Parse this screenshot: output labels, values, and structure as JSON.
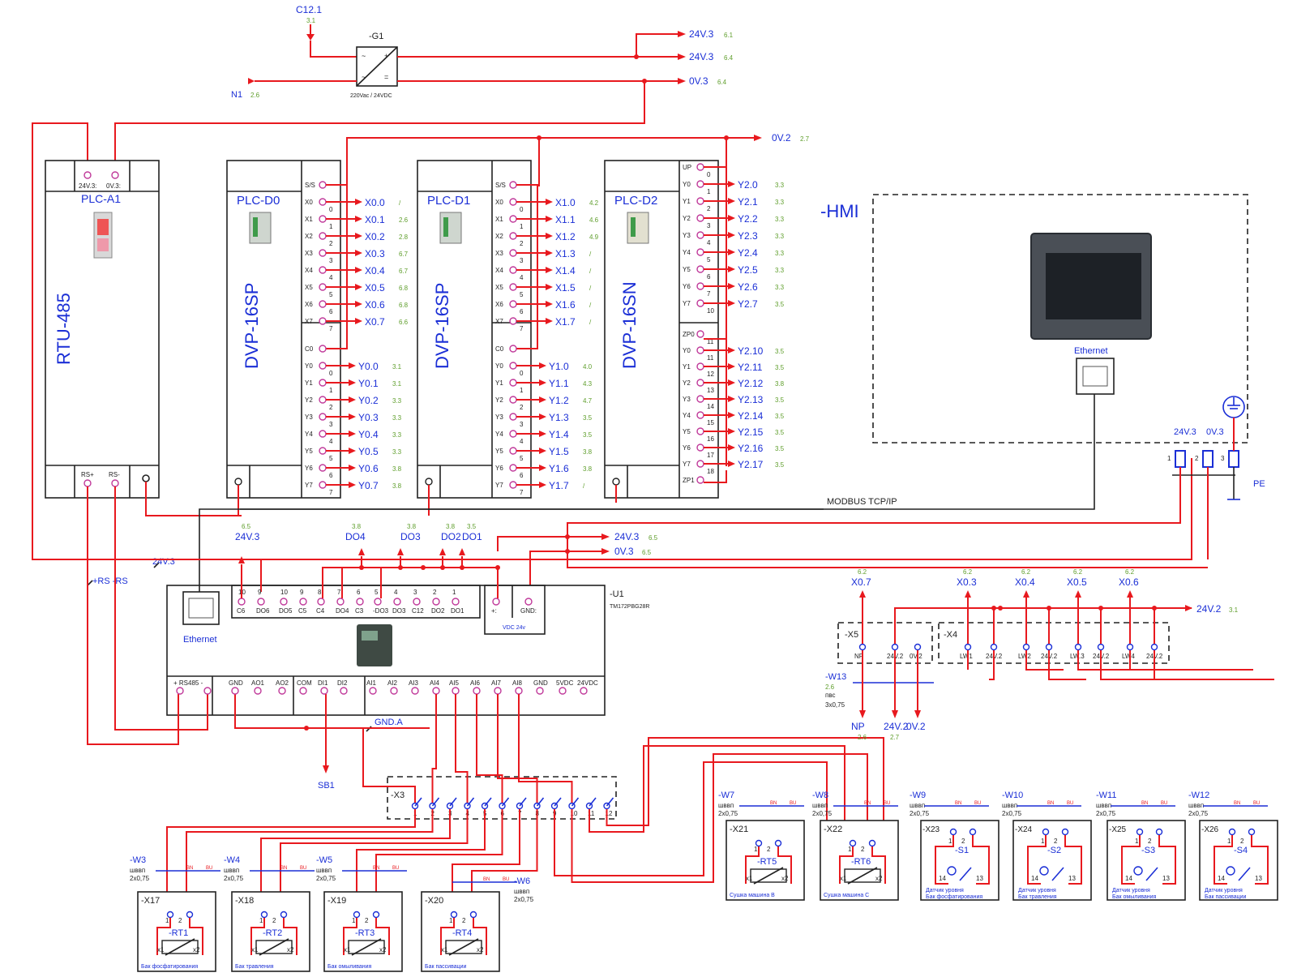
{
  "supply": {
    "c12": "C12.1",
    "c12_ref": "3.1",
    "g1": "-G1",
    "g1_rating": "220Vac / 24VDC",
    "n1": "N1",
    "n1_ref": "2.6",
    "outputs": [
      {
        "label": "24V.3",
        "ref": "6.1"
      },
      {
        "label": "24V.3",
        "ref": "6.4"
      },
      {
        "label": "0V.3",
        "ref": "6.4"
      }
    ],
    "ov2": "0V.2",
    "ov2_ref": "2.7"
  },
  "plc_a1": {
    "title": "PLC-A1",
    "model": "RTU-485",
    "top_pins": [
      "24V.3:",
      "0V.3:"
    ],
    "bottom_pins": [
      "RS+",
      "RS-"
    ]
  },
  "modules": [
    {
      "title": "PLC-D0",
      "model": "DVP-16SP",
      "in_pins": [
        "S/S",
        "X0",
        "X1",
        "X2",
        "X3",
        "X4",
        "X5",
        "X6",
        "X7"
      ],
      "out_pins": [
        "C0",
        "Y0",
        "Y1",
        "Y2",
        "Y3",
        "Y4",
        "Y5",
        "Y6",
        "Y7"
      ],
      "inputs": [
        {
          "label": "X0.0",
          "ref": "/"
        },
        {
          "label": "X0.1",
          "ref": "2.6"
        },
        {
          "label": "X0.2",
          "ref": "2.8"
        },
        {
          "label": "X0.3",
          "ref": "6.7"
        },
        {
          "label": "X0.4",
          "ref": "6.7"
        },
        {
          "label": "X0.5",
          "ref": "6.8"
        },
        {
          "label": "X0.6",
          "ref": "6.8"
        },
        {
          "label": "X0.7",
          "ref": "6.6"
        }
      ],
      "outputs": [
        {
          "label": "Y0.0",
          "ref": "3.1"
        },
        {
          "label": "Y0.1",
          "ref": "3.1"
        },
        {
          "label": "Y0.2",
          "ref": "3.3"
        },
        {
          "label": "Y0.3",
          "ref": "3.3"
        },
        {
          "label": "Y0.4",
          "ref": "3.3"
        },
        {
          "label": "Y0.5",
          "ref": "3.3"
        },
        {
          "label": "Y0.6",
          "ref": "3.8"
        },
        {
          "label": "Y0.7",
          "ref": "3.8"
        }
      ]
    },
    {
      "title": "PLC-D1",
      "model": "DVP-16SP",
      "in_pins": [
        "S/S",
        "X0",
        "X1",
        "X2",
        "X3",
        "X4",
        "X5",
        "X6",
        "X7"
      ],
      "out_pins": [
        "C0",
        "Y0",
        "Y1",
        "Y2",
        "Y3",
        "Y4",
        "Y5",
        "Y6",
        "Y7"
      ],
      "inputs": [
        {
          "label": "X1.0",
          "ref": "4.2"
        },
        {
          "label": "X1.1",
          "ref": "4.6"
        },
        {
          "label": "X1.2",
          "ref": "4.9"
        },
        {
          "label": "X1.3",
          "ref": "/"
        },
        {
          "label": "X1.4",
          "ref": "/"
        },
        {
          "label": "X1.5",
          "ref": "/"
        },
        {
          "label": "X1.6",
          "ref": "/"
        },
        {
          "label": "X1.7",
          "ref": "/"
        }
      ],
      "outputs": [
        {
          "label": "Y1.0",
          "ref": "4.0"
        },
        {
          "label": "Y1.1",
          "ref": "4.3"
        },
        {
          "label": "Y1.2",
          "ref": "4.7"
        },
        {
          "label": "Y1.3",
          "ref": "3.5"
        },
        {
          "label": "Y1.4",
          "ref": "3.5"
        },
        {
          "label": "Y1.5",
          "ref": "3.8"
        },
        {
          "label": "Y1.6",
          "ref": "3.8"
        },
        {
          "label": "Y1.7",
          "ref": "/"
        }
      ]
    }
  ],
  "plc_d2": {
    "title": "PLC-D2",
    "model": "DVP-16SN",
    "pins": [
      "UP",
      "Y0",
      "Y1",
      "Y2",
      "Y3",
      "Y4",
      "Y5",
      "Y6",
      "Y7",
      "ZP0",
      "Y0",
      "Y1",
      "Y2",
      "Y3",
      "Y4",
      "Y5",
      "Y6",
      "Y7",
      "ZP1"
    ],
    "numbers": [
      "0",
      "1",
      "2",
      "3",
      "4",
      "5",
      "6",
      "7",
      "10",
      "11",
      "12",
      "13",
      "14",
      "15",
      "16",
      "17",
      "18"
    ],
    "outputs": [
      {
        "label": "Y2.0",
        "ref": "3.3"
      },
      {
        "label": "Y2.1",
        "ref": "3.3"
      },
      {
        "label": "Y2.2",
        "ref": "3.3"
      },
      {
        "label": "Y2.3",
        "ref": "3.3"
      },
      {
        "label": "Y2.4",
        "ref": "3.3"
      },
      {
        "label": "Y2.5",
        "ref": "3.3"
      },
      {
        "label": "Y2.6",
        "ref": "3.3"
      },
      {
        "label": "Y2.7",
        "ref": "3.5"
      },
      {
        "label": "Y2.10",
        "ref": "3.5"
      },
      {
        "label": "Y2.11",
        "ref": "3.5"
      },
      {
        "label": "Y2.12",
        "ref": "3.8"
      },
      {
        "label": "Y2.13",
        "ref": "3.5"
      },
      {
        "label": "Y2.14",
        "ref": "3.5"
      },
      {
        "label": "Y2.15",
        "ref": "3.5"
      },
      {
        "label": "Y2.16",
        "ref": "3.5"
      },
      {
        "label": "Y2.17",
        "ref": "3.5"
      }
    ]
  },
  "hmi": {
    "title": "-HMI",
    "ethernet": "Ethernet",
    "supply": [
      "24V.3",
      "0V.3"
    ],
    "terminals": [
      "1",
      "2",
      "3"
    ],
    "pe": "PE",
    "bus": "MODBUS TCP/IP"
  },
  "u1": {
    "title": "-U1",
    "model": "TM172PBG28R",
    "ethernet": "Ethernet",
    "supply_box": "VDC 24v",
    "top_nums": [
      "10",
      "9",
      "10",
      "9",
      "8",
      "7",
      "6",
      "5",
      "4",
      "3",
      "2",
      "1"
    ],
    "top_pins": [
      "C6",
      "DO6",
      "DO5",
      "C5",
      "C4",
      "DO4",
      "C3",
      "-DO3",
      "DO3",
      "C12",
      "DO2",
      "DO1",
      "+:",
      "GND:"
    ],
    "bottom_pins": [
      "+ RS485 -",
      "GND",
      "AO1",
      "AO2",
      "COM",
      "DI1",
      "DI2",
      "AI1",
      "AI2",
      "AI3",
      "AI4",
      "AI5",
      "AI6",
      "AI7",
      "AI8",
      "GND",
      "5VDC",
      "24VDC"
    ],
    "ref_labels": [
      {
        "ref": "6.5",
        "label": "24V.3"
      },
      {
        "ref": "3.8",
        "label": "DO4"
      },
      {
        "ref": "3.8",
        "label": "DO3"
      },
      {
        "ref": "3.8",
        "label": "DO2"
      },
      {
        "ref": "3.5",
        "label": "DO1"
      }
    ],
    "feeds": [
      {
        "label": "24V.3",
        "ref": "6.5"
      },
      {
        "label": "0V.3",
        "ref": "6.5"
      }
    ],
    "wire_24v": "24V.3",
    "wire_rs": "+RS -RS",
    "gnd": "GND.A",
    "sb1": "SB1"
  },
  "x3": {
    "title": "-X3",
    "terms": [
      "1",
      "2",
      "3",
      "4",
      "5",
      "6",
      "7",
      "8",
      "9",
      "10",
      "11",
      "12"
    ]
  },
  "sensors_top": {
    "x5": {
      "title": "-X5",
      "pins": [
        "NP",
        "24V.2",
        "0V.2"
      ]
    },
    "x4": {
      "title": "-X4",
      "pins": [
        "LW1",
        "24V.2",
        "LW2",
        "24V.2",
        "LW.3",
        "24V.2",
        "LW4",
        "24V.2"
      ]
    },
    "inputs": [
      {
        "ref": "6.2",
        "label": "X0.7"
      },
      {
        "ref": "6.2",
        "label": "X0.3"
      },
      {
        "ref": "6.2",
        "label": "X0.4"
      },
      {
        "ref": "6.2",
        "label": "X0.5"
      },
      {
        "ref": "6.2",
        "label": "X0.6"
      }
    ],
    "feed": {
      "label": "24V.2",
      "ref": "3.1"
    },
    "w13": {
      "title": "-W13",
      "ref": "2.6",
      "cable": "пвс",
      "size": "3x0,75"
    },
    "w13_outs": [
      {
        "label": "NP",
        "ref": "2.6"
      },
      {
        "label": "24V.2",
        "ref": "2.7"
      },
      {
        "label": "0V.2",
        "ref": ""
      }
    ]
  },
  "cables_bottom": [
    {
      "w": "-W3",
      "x": "-X17",
      "rt": "-RT1",
      "caption": "Бак фосфатирования"
    },
    {
      "w": "-W4",
      "x": "-X18",
      "rt": "-RT2",
      "caption": "Бак травления"
    },
    {
      "w": "-W5",
      "x": "-X19",
      "rt": "-RT3",
      "caption": "Бак омыливания"
    },
    {
      "w": "-W6",
      "x": "-X20",
      "rt": "-RT4",
      "caption": "Бак пассивации"
    }
  ],
  "cables_mid": [
    {
      "w": "-W7",
      "x": "-X21",
      "rt": "-RT5",
      "caption": "Сушка машина B"
    },
    {
      "w": "-W8",
      "x": "-X22",
      "rt": "-RT6",
      "caption": "Сушка машина C"
    }
  ],
  "level_sensors": [
    {
      "w": "-W9",
      "x": "-X23",
      "s": "-S1",
      "caption1": "Датчик уровня",
      "caption2": "Бак фосфатирования"
    },
    {
      "w": "-W10",
      "x": "-X24",
      "s": "-S2",
      "caption1": "Датчик уровня",
      "caption2": "Бак травления"
    },
    {
      "w": "-W11",
      "x": "-X25",
      "s": "-S3",
      "caption1": "Датчик уровня",
      "caption2": "Бак омыливания"
    },
    {
      "w": "-W12",
      "x": "-X26",
      "s": "-S4",
      "caption1": "Датчик уровня",
      "caption2": "Бак пассивации"
    }
  ],
  "cable_type": "шввп",
  "cable_size": "2x0,75",
  "wire_codes": [
    "BN",
    "BU"
  ],
  "term_nums": [
    "1",
    "2"
  ],
  "rt_pins": [
    "x1",
    "x2"
  ],
  "s_pins": [
    "14",
    "13"
  ]
}
